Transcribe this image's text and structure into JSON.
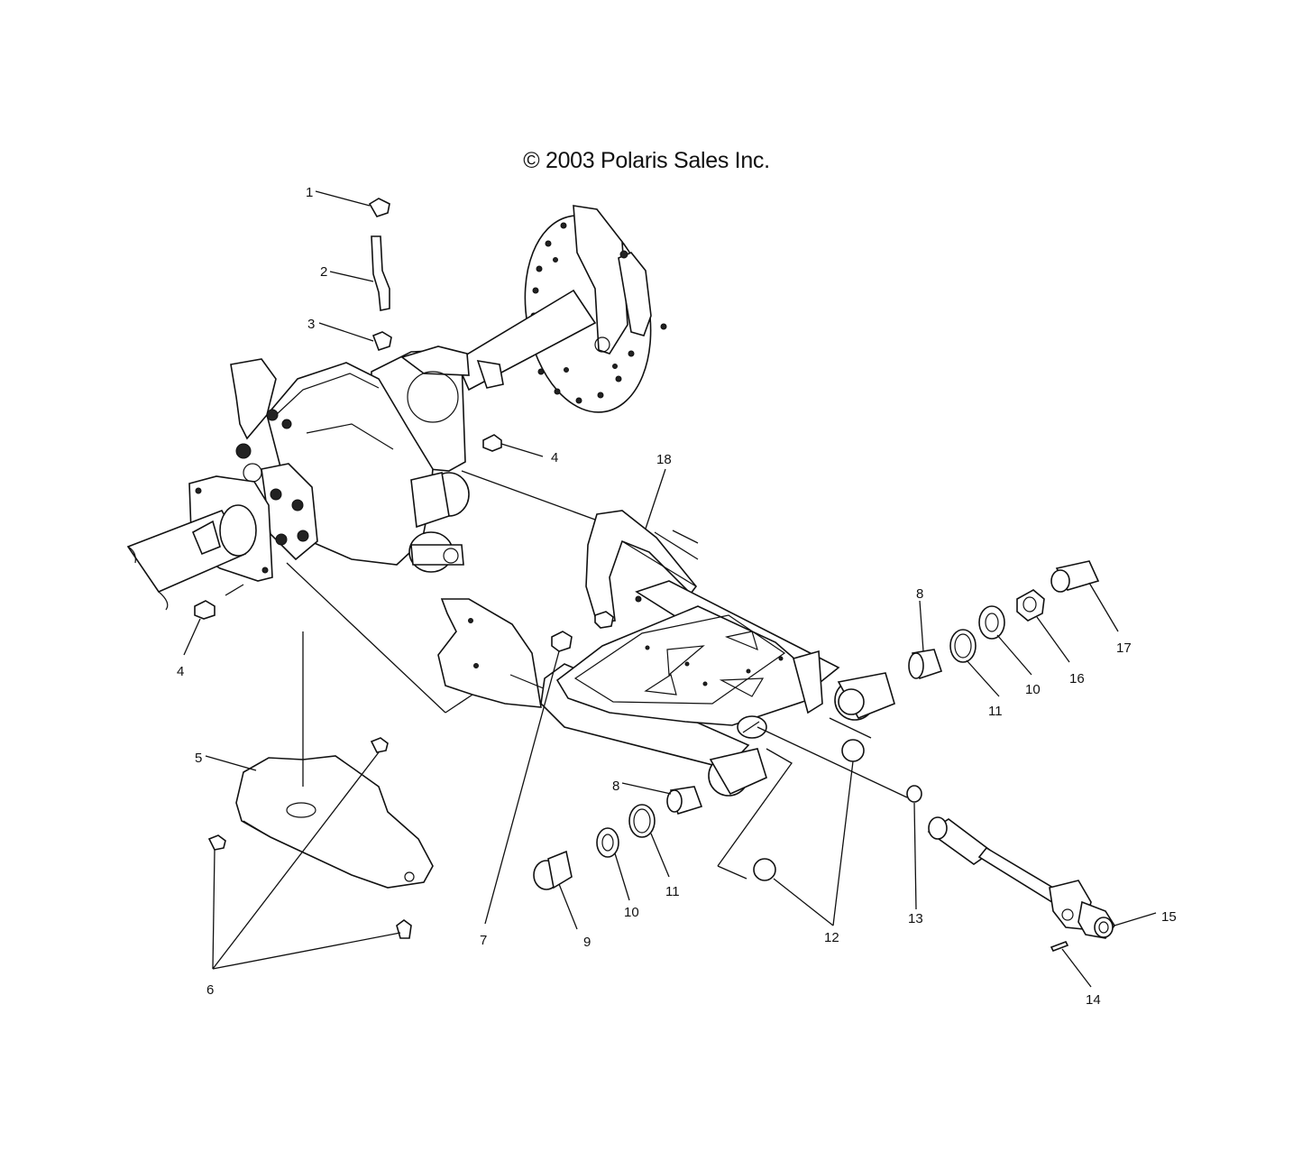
{
  "copyright": "© 2003 Polaris Sales Inc.",
  "callouts": [
    {
      "id": "c1",
      "label": "1"
    },
    {
      "id": "c2",
      "label": "2"
    },
    {
      "id": "c3",
      "label": "3"
    },
    {
      "id": "c4a",
      "label": "4"
    },
    {
      "id": "c4b",
      "label": "4"
    },
    {
      "id": "c5",
      "label": "5"
    },
    {
      "id": "c6",
      "label": "6"
    },
    {
      "id": "c7",
      "label": "7"
    },
    {
      "id": "c8a",
      "label": "8"
    },
    {
      "id": "c8b",
      "label": "8"
    },
    {
      "id": "c9",
      "label": "9"
    },
    {
      "id": "c10a",
      "label": "10"
    },
    {
      "id": "c10b",
      "label": "10"
    },
    {
      "id": "c11a",
      "label": "11"
    },
    {
      "id": "c11b",
      "label": "11"
    },
    {
      "id": "c12",
      "label": "12"
    },
    {
      "id": "c13",
      "label": "13"
    },
    {
      "id": "c14",
      "label": "14"
    },
    {
      "id": "c15",
      "label": "15"
    },
    {
      "id": "c16",
      "label": "16"
    },
    {
      "id": "c17",
      "label": "17"
    },
    {
      "id": "c18",
      "label": "18"
    }
  ]
}
